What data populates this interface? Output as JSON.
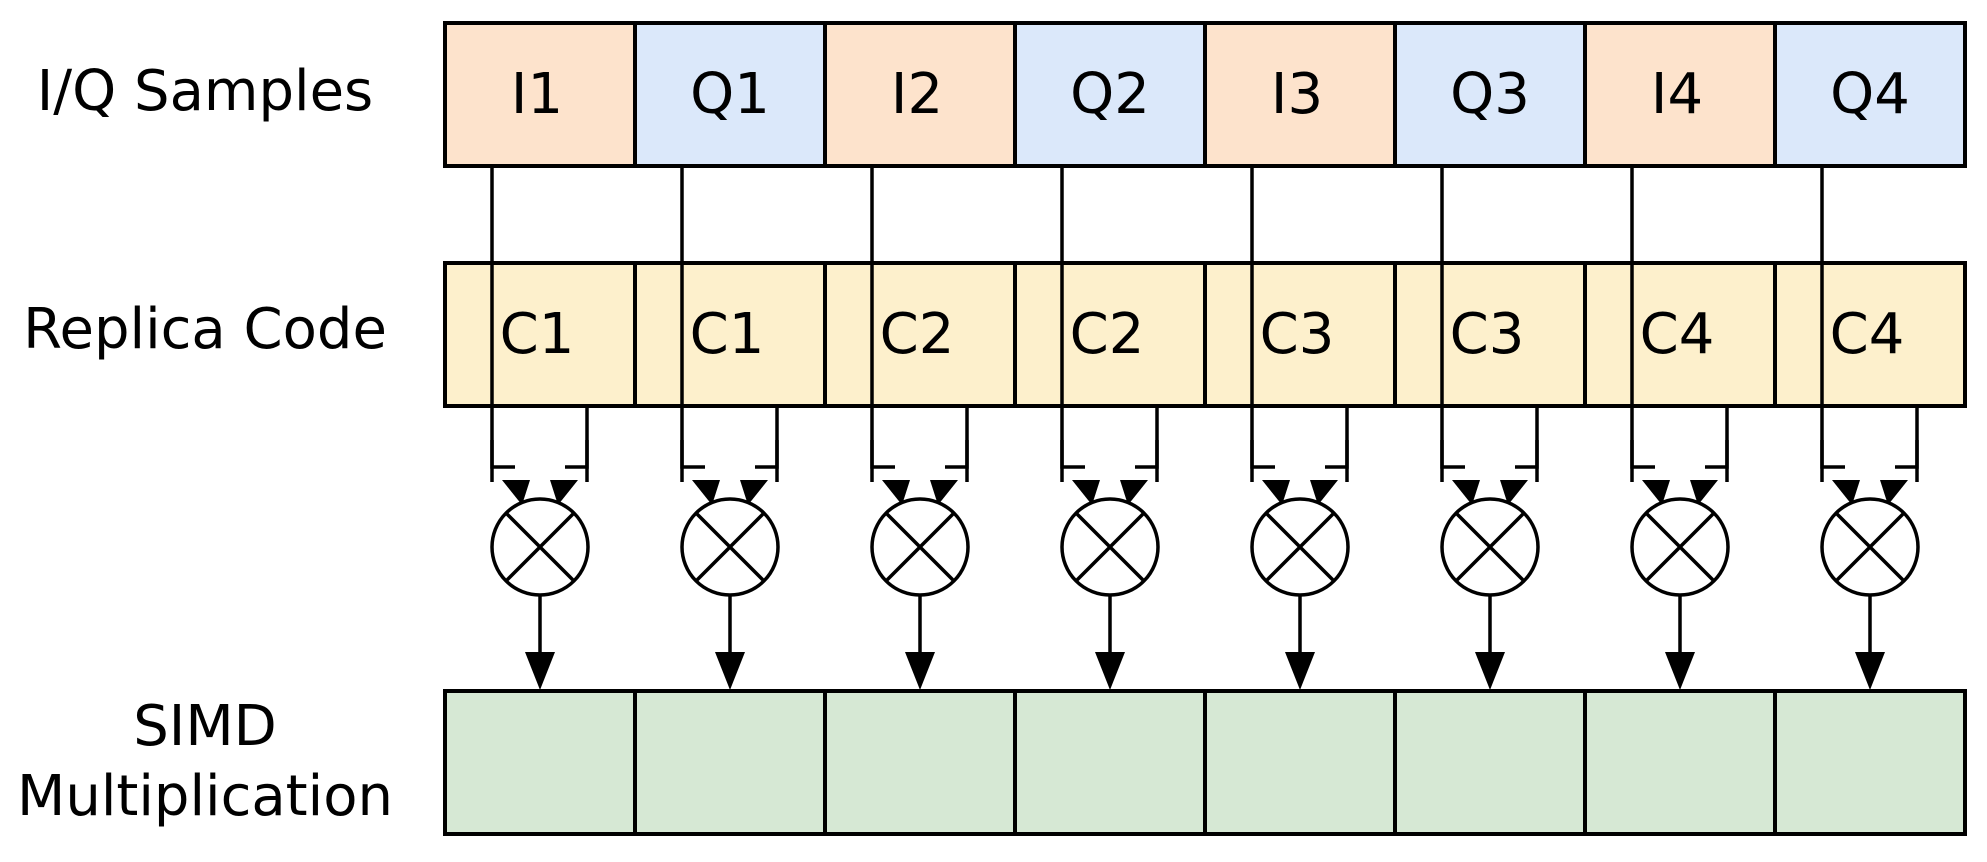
{
  "rows": {
    "samples": {
      "label": "I/Q Samples",
      "cells": [
        "I1",
        "Q1",
        "I2",
        "Q2",
        "I3",
        "Q3",
        "I4",
        "Q4"
      ],
      "colors": [
        "#fde3cc",
        "#dbe8fa",
        "#fde3cc",
        "#dbe8fa",
        "#fde3cc",
        "#dbe8fa",
        "#fde3cc",
        "#dbe8fa"
      ]
    },
    "replica": {
      "label": "Replica Code",
      "cells": [
        "C1",
        "C1",
        "C2",
        "C2",
        "C3",
        "C3",
        "C4",
        "C4"
      ],
      "color": "#fdf0cc"
    },
    "simd": {
      "label_lines": [
        "SIMD",
        "Multiplication"
      ],
      "cell_count": 8,
      "color": "#d6e8d4"
    }
  },
  "operator": {
    "icon": "multiply-circle-icon",
    "symbol": "⊗"
  }
}
